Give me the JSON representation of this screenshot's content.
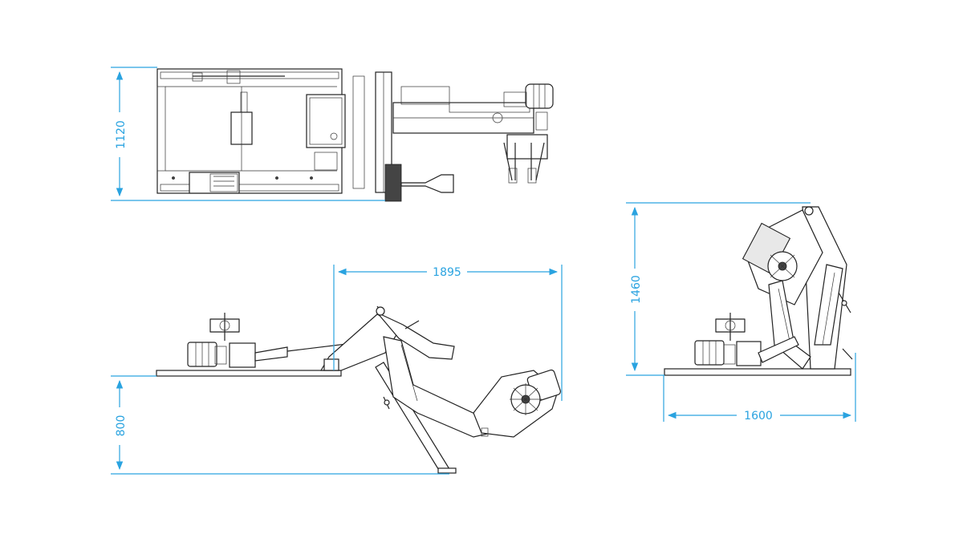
{
  "dimensions": {
    "top_height": "1120",
    "side_width": "1895",
    "side_depth": "800",
    "front_height": "1460",
    "front_width": "1600"
  },
  "colors": {
    "dimension_line": "#2aa3e0",
    "drawing_line": "#222222",
    "background": "#ffffff"
  }
}
